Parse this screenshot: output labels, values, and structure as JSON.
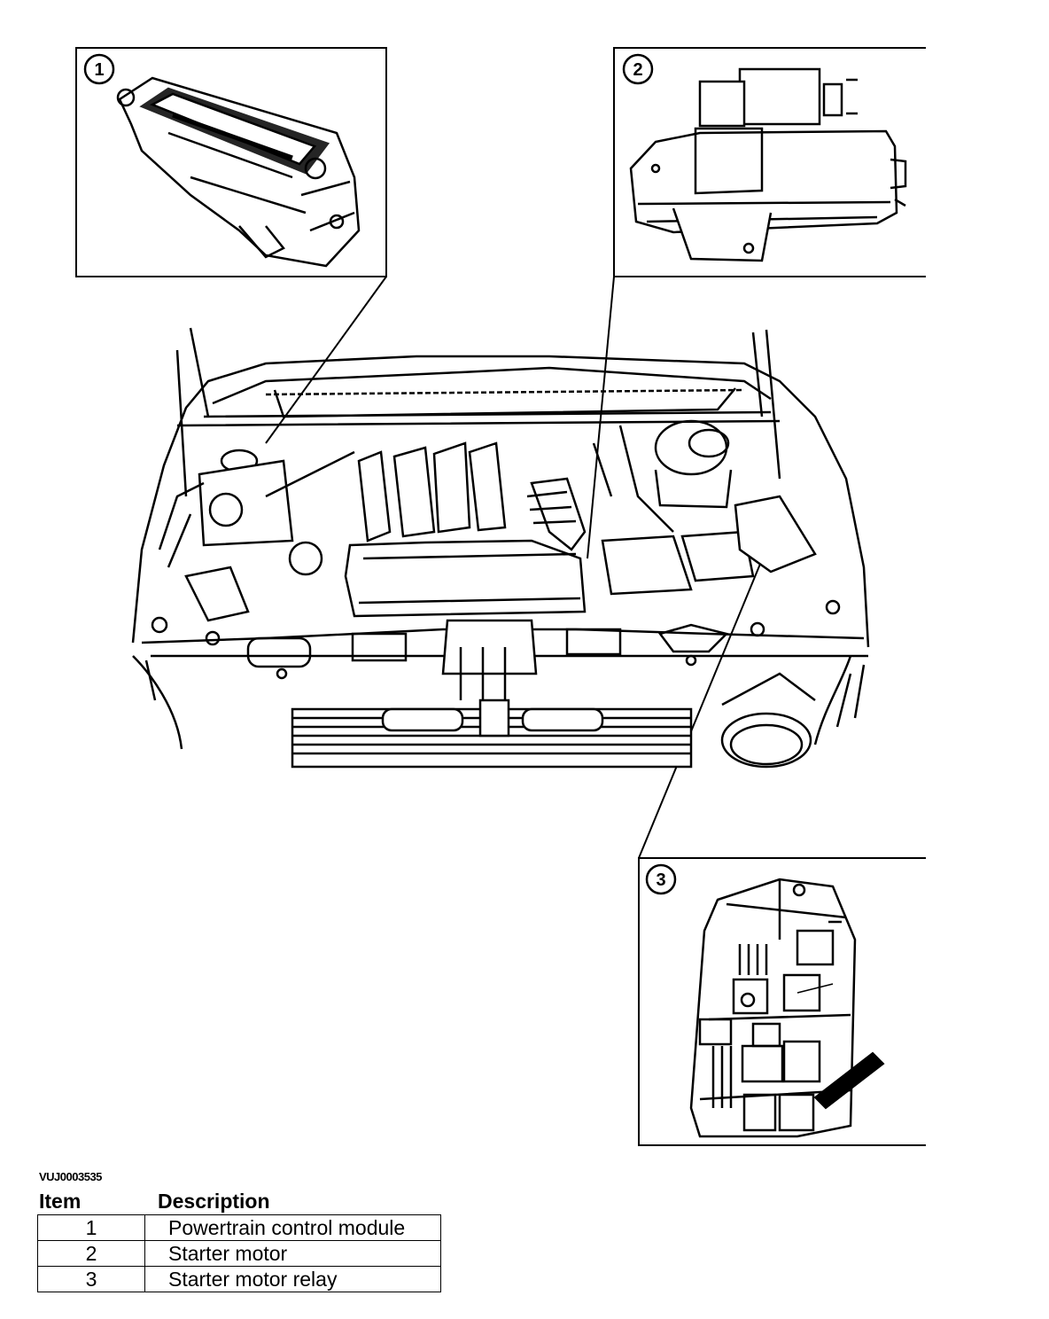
{
  "figure_id": "VUJ0003535",
  "callouts": [
    {
      "number": "1"
    },
    {
      "number": "2"
    },
    {
      "number": "3"
    }
  ],
  "legend": {
    "header_item": "Item",
    "header_description": "Description",
    "rows": [
      {
        "item": "1",
        "description": "Powertrain control module"
      },
      {
        "item": "2",
        "description": "Starter motor"
      },
      {
        "item": "3",
        "description": "Starter motor relay"
      }
    ]
  }
}
